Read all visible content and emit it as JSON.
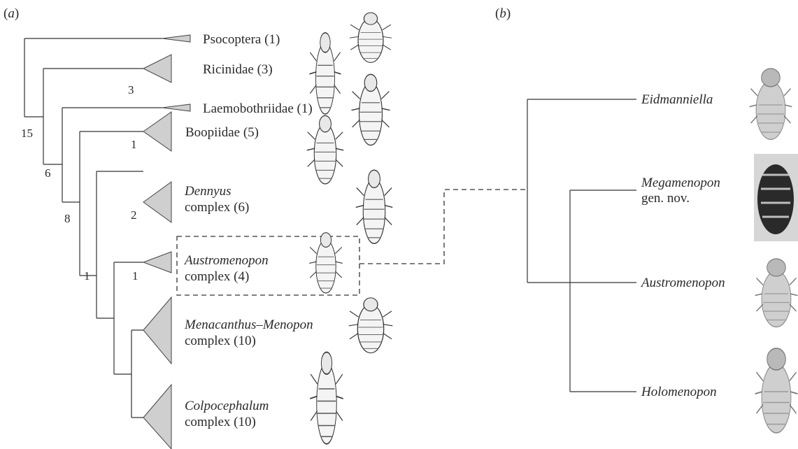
{
  "panel_a": {
    "letter": "(a)",
    "clades": [
      {
        "name": "Psocoptera",
        "count": "(1)",
        "italic": false
      },
      {
        "name": "Ricinidae",
        "count": "(3)",
        "italic": false
      },
      {
        "name": "Laemobothriidae",
        "count": "(1)",
        "italic": false
      },
      {
        "name": "Boopiidae",
        "count": "(5)",
        "italic": false
      },
      {
        "name": "Dennyus",
        "suffix": "complex (6)",
        "italic": true
      },
      {
        "name": "Austromenopon",
        "suffix": "complex (4)",
        "italic": true
      },
      {
        "name": "Menacanthus–Menopon",
        "suffix": "complex (10)",
        "italic": true
      },
      {
        "name": "Colpocephalum",
        "suffix": "complex (10)",
        "italic": true
      }
    ],
    "support_values": [
      "15",
      "3",
      "6",
      "8",
      "1",
      "2",
      "1",
      "1"
    ]
  },
  "panel_b": {
    "letter": "(b)",
    "taxa": [
      {
        "name": "Eidmanniella"
      },
      {
        "name": "Megamenopon",
        "suffix": "gen. nov."
      },
      {
        "name": "Austromenopon"
      },
      {
        "name": "Holomenopon"
      }
    ]
  },
  "colors": {
    "triangle_fill": "#cfcfcf",
    "line": "#333333"
  }
}
